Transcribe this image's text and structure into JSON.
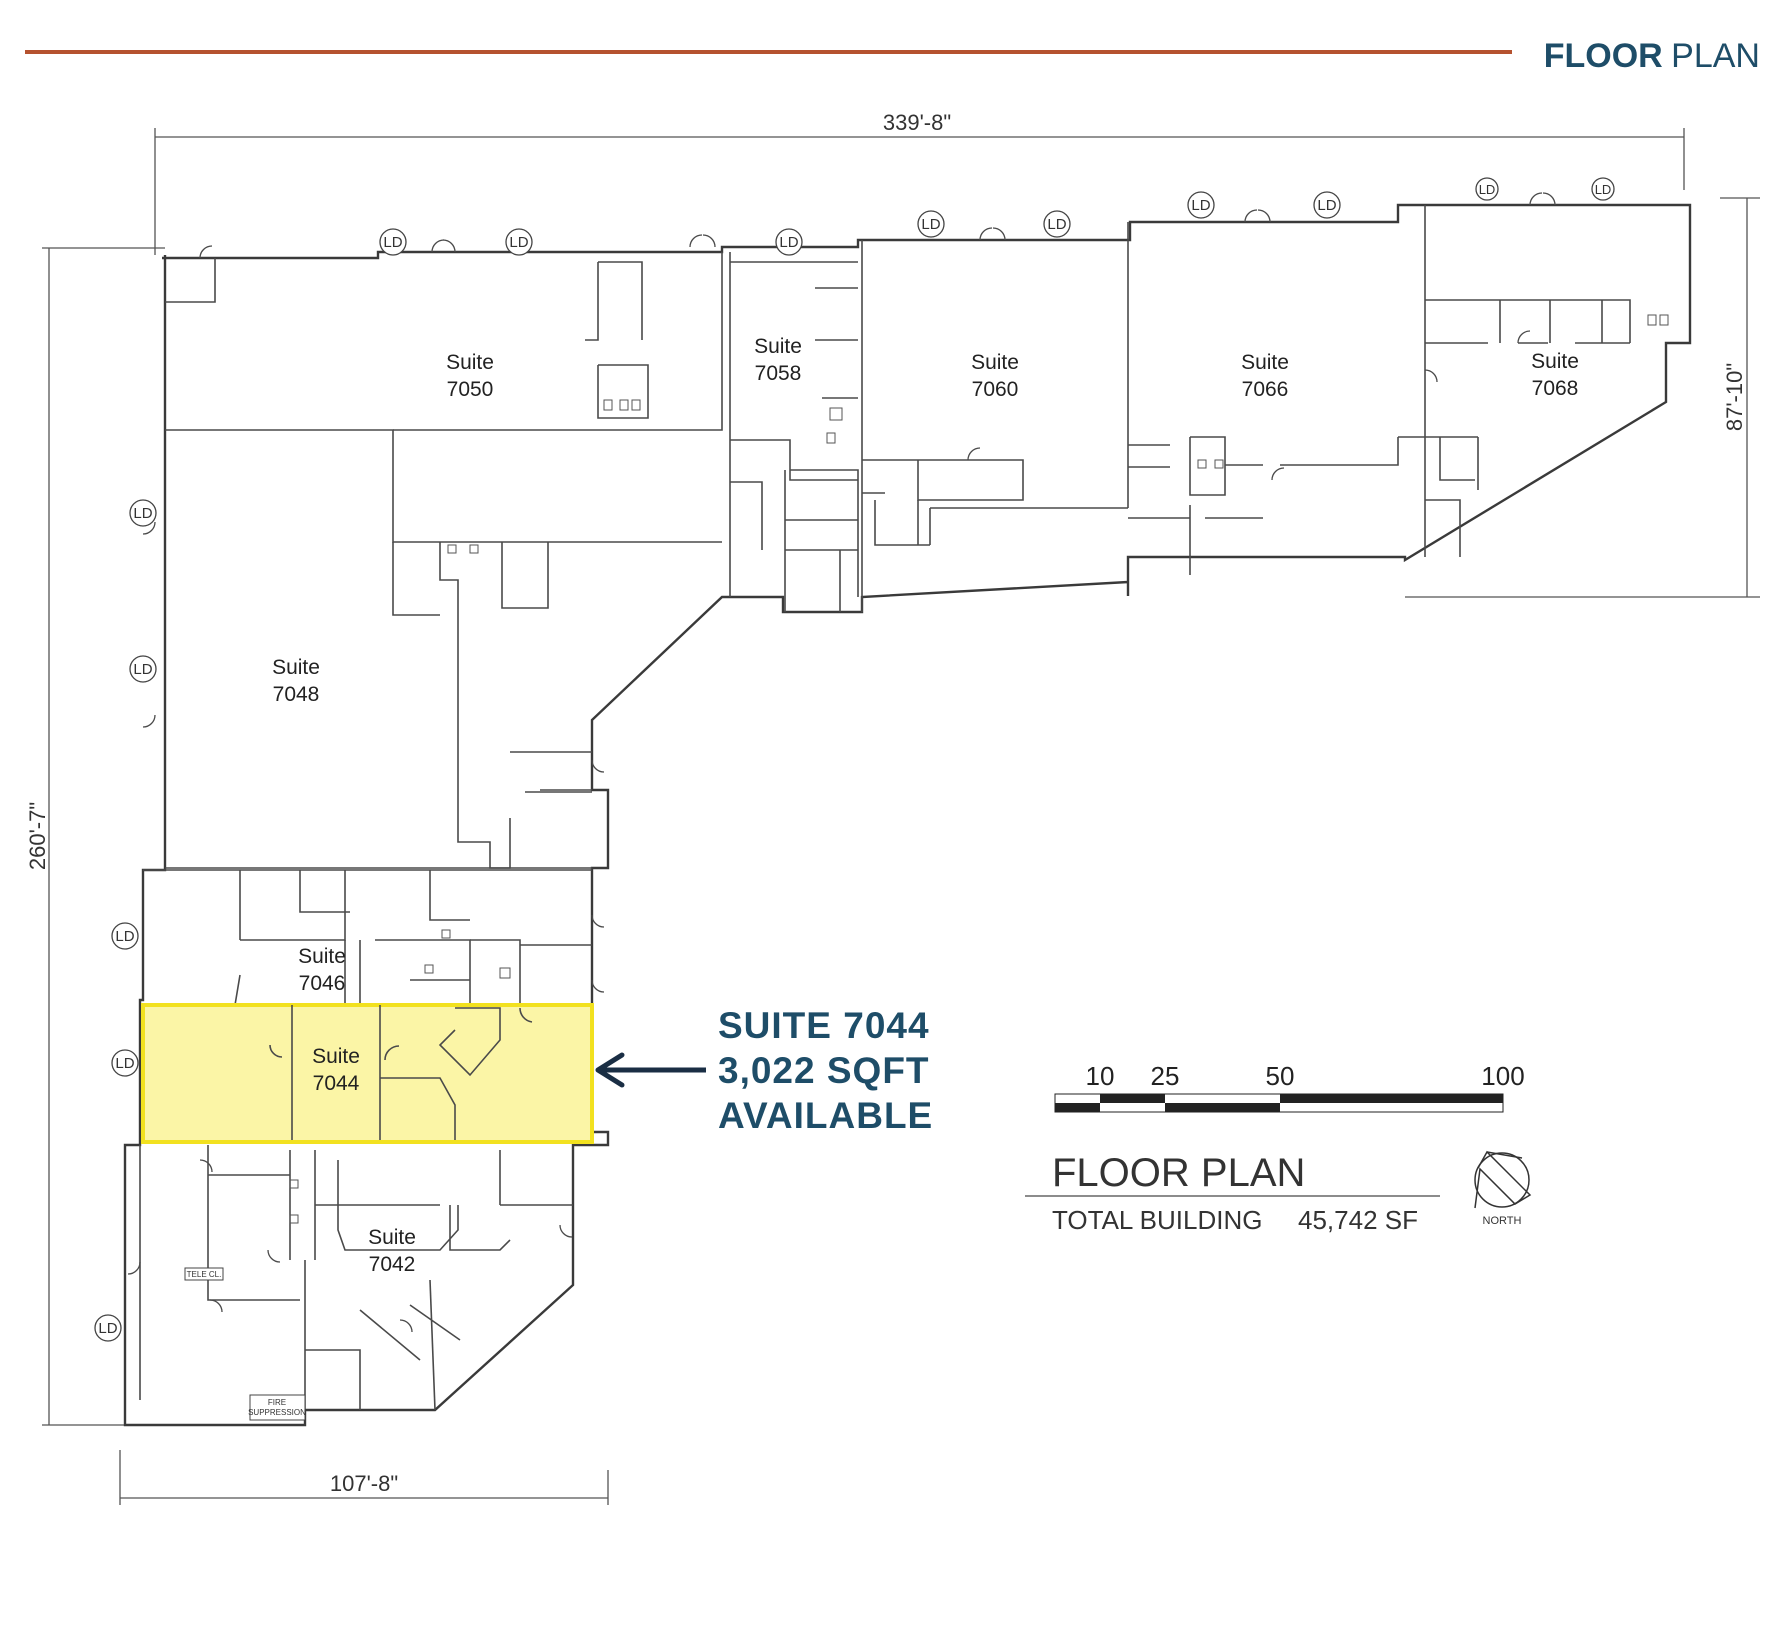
{
  "header": {
    "title_bold": "FLOOR",
    "title_light": "PLAN",
    "rule_color": "#b5522f",
    "title_color": "#1e4d68"
  },
  "dimensions": {
    "top_width": "339'-8\"",
    "left_height": "260'-7\"",
    "right_height": "87'-10\"",
    "bottom_width": "107'-8\""
  },
  "suites": [
    {
      "line1": "Suite",
      "line2": "7050"
    },
    {
      "line1": "Suite",
      "line2": "7058"
    },
    {
      "line1": "Suite",
      "line2": "7060"
    },
    {
      "line1": "Suite",
      "line2": "7066"
    },
    {
      "line1": "Suite",
      "line2": "7068"
    },
    {
      "line1": "Suite",
      "line2": "7048"
    },
    {
      "line1": "Suite",
      "line2": "7046"
    },
    {
      "line1": "Suite",
      "line2": "7044"
    },
    {
      "line1": "Suite",
      "line2": "7042"
    }
  ],
  "loading_dock_label": "LD",
  "room_labels": {
    "tel": "TELE CL.",
    "fire1": "FIRE",
    "fire2": "SUPPRESSION"
  },
  "highlight": {
    "color": "#fbf5a6",
    "border": "#f2e11f"
  },
  "callout": {
    "line1": "SUITE 7044",
    "line2": "3,022 SQFT",
    "line3": "AVAILABLE"
  },
  "scale": {
    "ticks": [
      "10",
      "25",
      "50",
      "100"
    ]
  },
  "legend": {
    "title": "FLOOR PLAN",
    "total_label": "TOTAL BUILDING",
    "total_value": "45,742 SF"
  },
  "north": {
    "label": "NORTH"
  }
}
